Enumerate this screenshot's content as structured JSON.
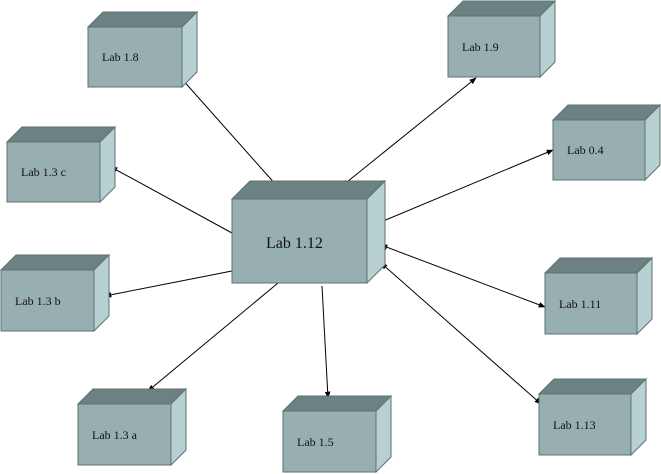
{
  "colors": {
    "front": "#97afb1",
    "top": "#6c8182",
    "side": "#b7d0d2",
    "edge": "#5f7172",
    "arrow": "#000000"
  },
  "center": {
    "id": "lab-1-12",
    "label": "Lab 1.12"
  },
  "nodes": [
    {
      "id": "lab-1-8",
      "label": "Lab 1.8",
      "link": "one-way"
    },
    {
      "id": "lab-1-9",
      "label": "Lab 1.9",
      "link": "two-way"
    },
    {
      "id": "lab-0-4",
      "label": "Lab 0.4",
      "link": "two-way"
    },
    {
      "id": "lab-1-3-c",
      "label": "Lab 1.3 c",
      "link": "one-way"
    },
    {
      "id": "lab-1-3-b",
      "label": "Lab 1.3 b",
      "link": "one-way"
    },
    {
      "id": "lab-1-11",
      "label": "Lab 1.11",
      "link": "two-way"
    },
    {
      "id": "lab-1-3-a",
      "label": "Lab 1.3 a",
      "link": "one-way"
    },
    {
      "id": "lab-1-5",
      "label": "Lab 1.5",
      "link": "one-way"
    },
    {
      "id": "lab-1-13",
      "label": "Lab 1.13",
      "link": "two-way"
    }
  ]
}
